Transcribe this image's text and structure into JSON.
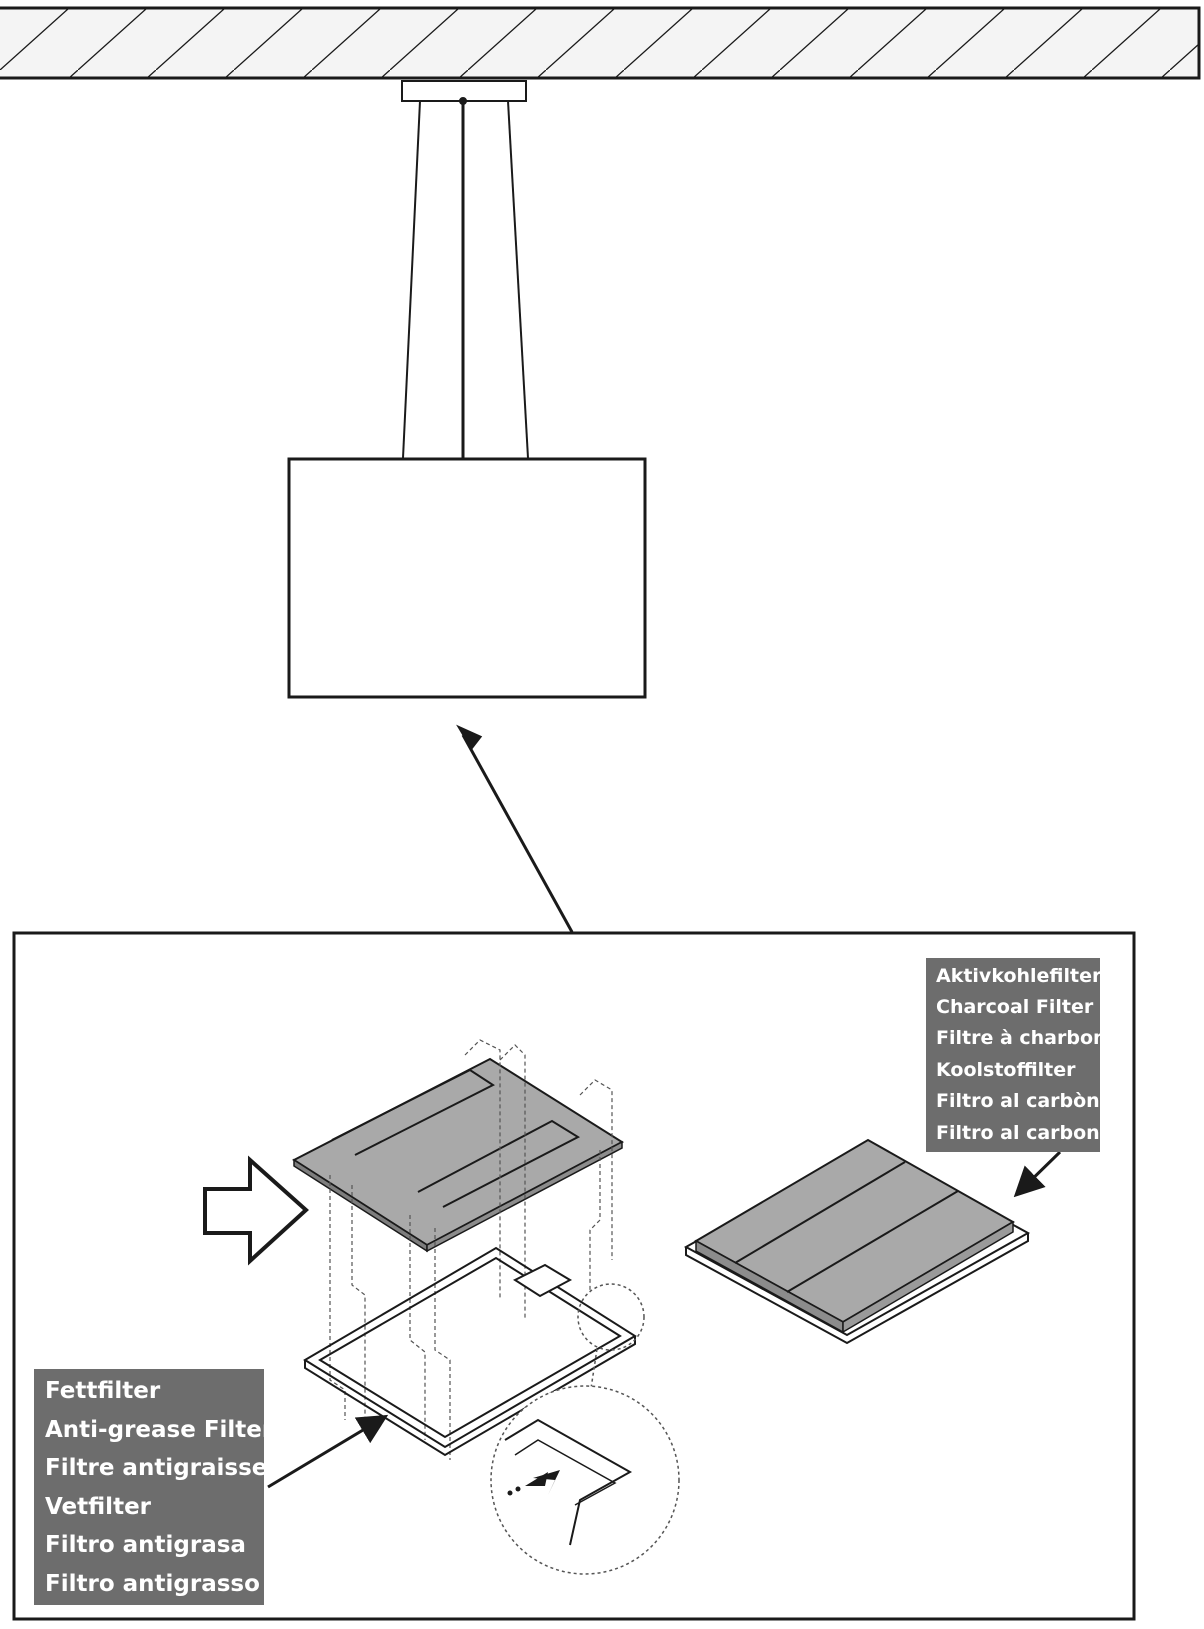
{
  "charcoal_filter_label": {
    "lines": [
      "Aktivkohlefilter",
      "Charcoal Filter",
      "Filtre à charbon",
      "Koolstoffilter",
      "Filtro al carbòn",
      "Filtro al carbone"
    ]
  },
  "grease_filter_label": {
    "lines": [
      "Fettfilter",
      "Anti-grease Filter",
      "Filtre antigraisse",
      "Vetfilter",
      "Filtro antigrasa",
      "Filtro antigrasso"
    ]
  },
  "colors": {
    "line": "#1a1a1a",
    "label_bg": "#6d6d6d",
    "filter_fill": "#a9a9a9",
    "ceiling_fill": "#f4f4f4"
  }
}
